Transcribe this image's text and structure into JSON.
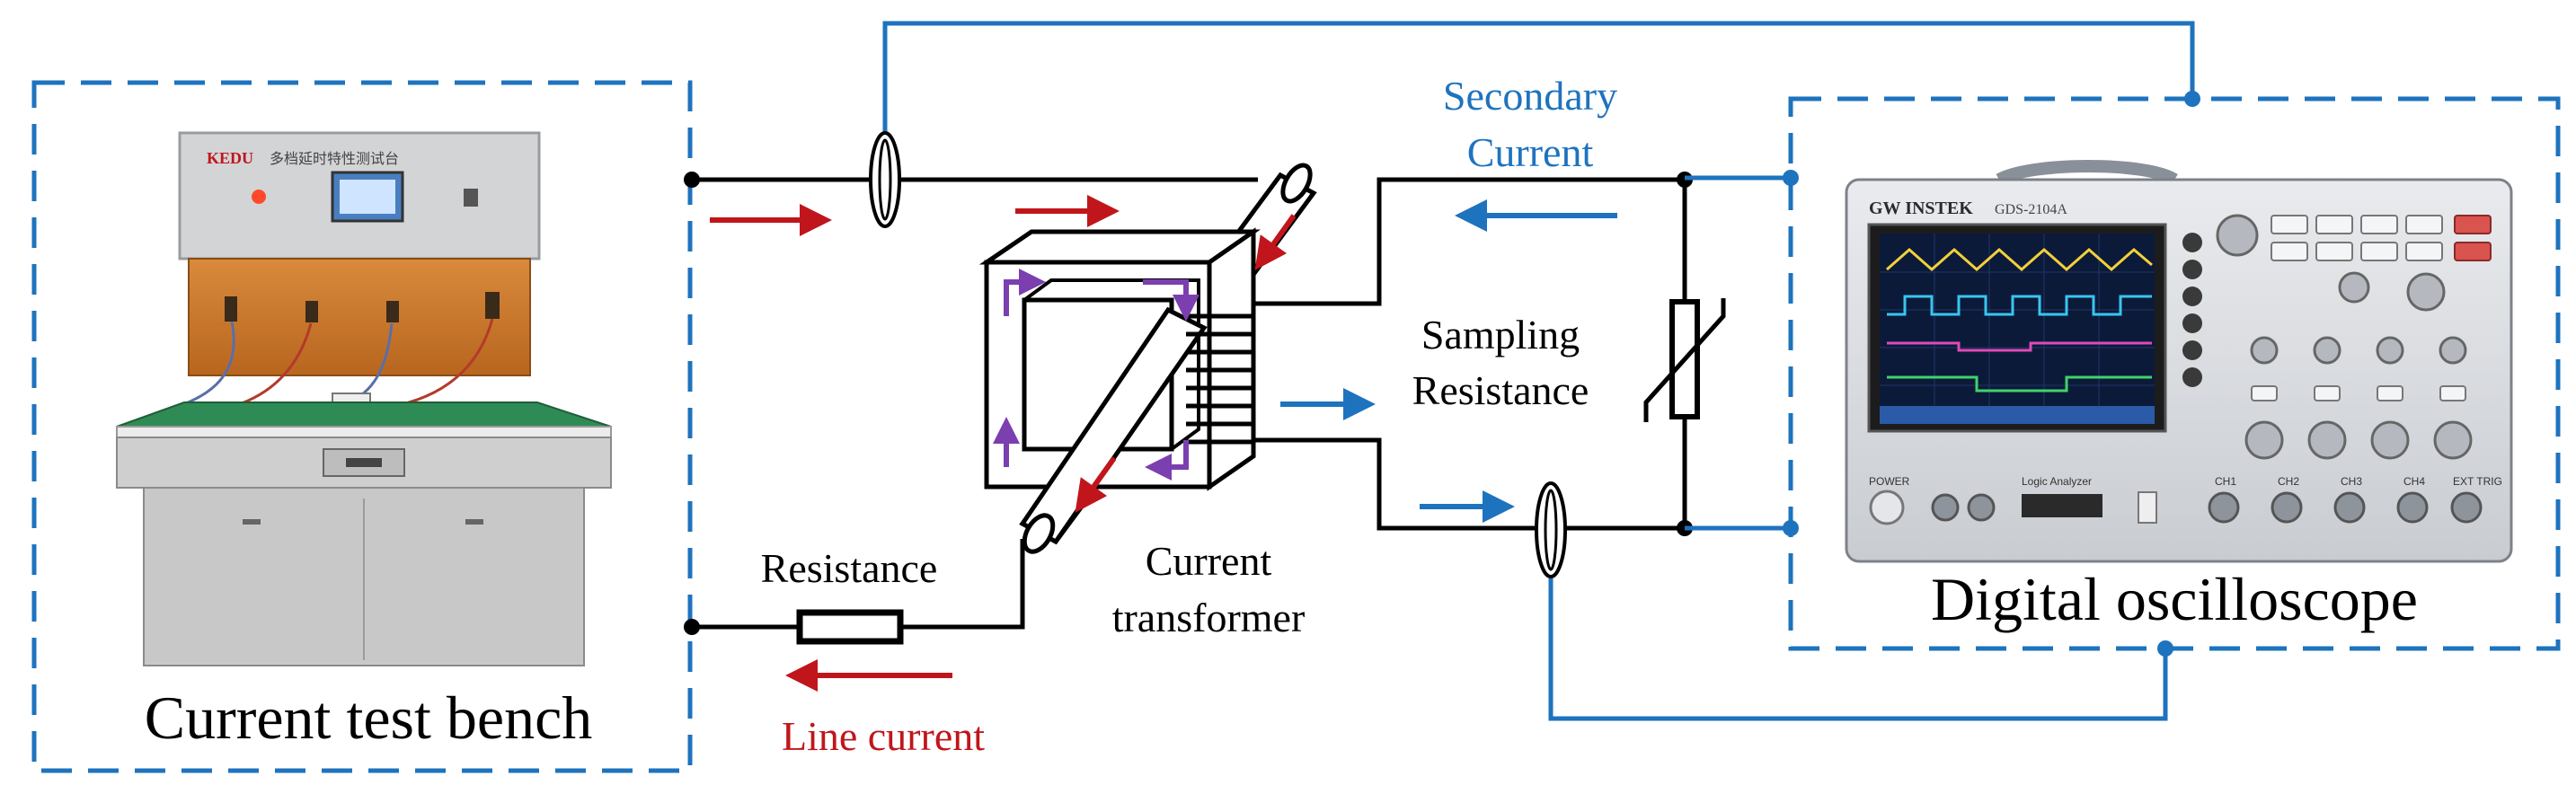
{
  "labels": {
    "bench_caption": "Current test bench",
    "scope_caption": "Digital oscilloscope",
    "secondary_current_l1": "Secondary",
    "secondary_current_l2": "Current",
    "sampling_resistance_l1": "Sampling",
    "sampling_resistance_l2": "Resistance",
    "current_transformer_l1": "Current",
    "current_transformer_l2": "transformer",
    "resistance": "Resistance",
    "line_current": "Line current"
  },
  "bench": {
    "brand": "KEDU",
    "panel_title": "多档延时特性测试台"
  },
  "scope": {
    "brand": "GW INSTEK",
    "model": "GDS-2104A",
    "front_labels": [
      "POWER",
      "Logic Analyzer",
      "CH1",
      "CH2",
      "CH3",
      "CH4",
      "EXT TRIG"
    ]
  },
  "colors": {
    "primary_wire": "#000000",
    "secondary_wire": "#1e73be",
    "line_current_arrow": "#c0161b",
    "flux_arrow": "#7b3fb0"
  }
}
